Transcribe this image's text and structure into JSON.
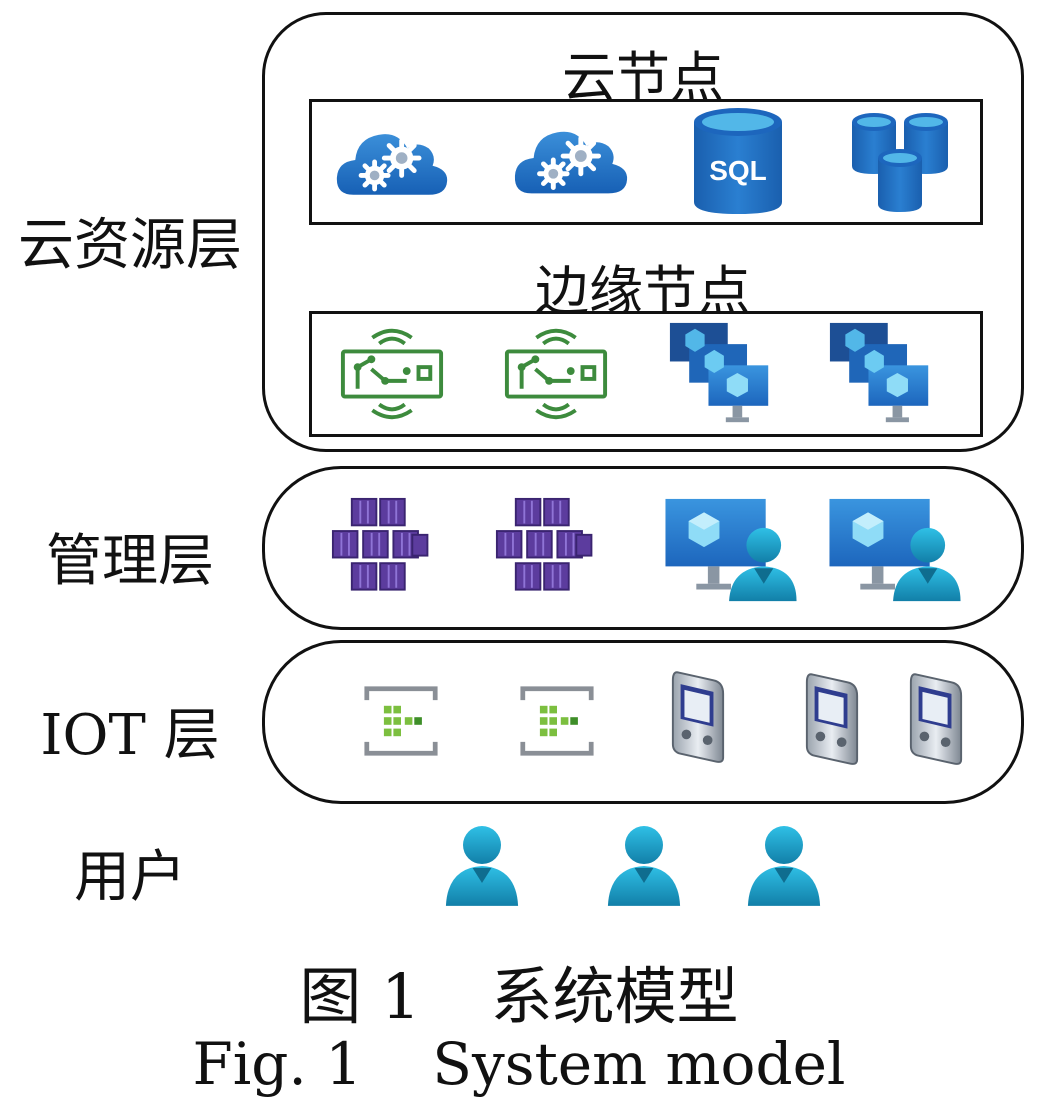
{
  "layers": {
    "cloud_resource": "云资源层",
    "management": "管理层",
    "iot": "IOT 层",
    "user": "用户"
  },
  "nodes": {
    "cloud": "云节点",
    "edge": "边缘节点"
  },
  "cloud_icons": [
    "cloud-gear-icon",
    "cloud-gear-icon",
    "sql-database-icon",
    "database-cluster-icon"
  ],
  "sql_label": "SQL",
  "edge_icons": [
    "iot-circuit-board-icon",
    "iot-circuit-board-icon",
    "virtual-machine-stack-icon",
    "virtual-machine-stack-icon"
  ],
  "management_icons": [
    "container-cluster-icon",
    "container-cluster-icon",
    "vm-user-icon",
    "vm-user-icon"
  ],
  "iot_icons": [
    "event-hub-icon",
    "event-hub-icon",
    "mobile-device-icon",
    "mobile-device-icon",
    "mobile-device-icon"
  ],
  "user_icons": [
    "user-icon",
    "user-icon",
    "user-icon"
  ],
  "caption": {
    "cn_fig": "图 1",
    "cn_title": "系统模型",
    "en_fig": "Fig. 1",
    "en_title": "System model"
  },
  "colors": {
    "azure_blue": "#1f74c6",
    "azure_light": "#52b7e8",
    "edge_green": "#3d8b3d",
    "container_purple": "#5c3c9e",
    "user_teal": "#1ba1c9"
  }
}
